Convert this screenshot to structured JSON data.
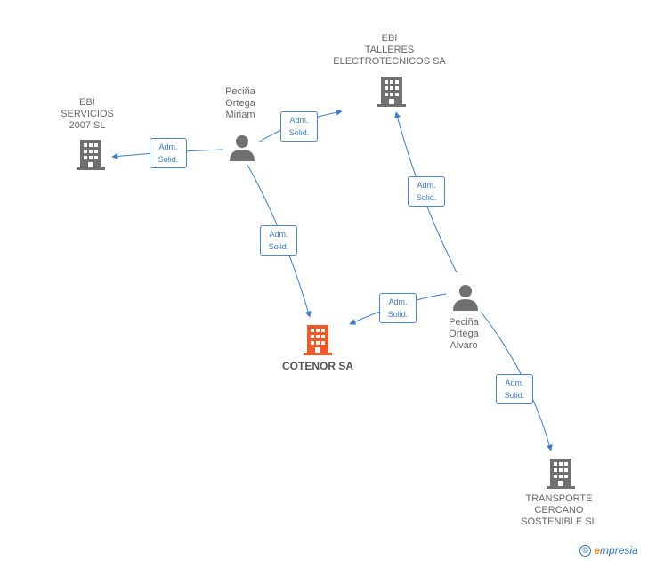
{
  "colors": {
    "edge": "#3d7bc8",
    "building": "#707070",
    "building_main": "#f05a28",
    "person": "#707070"
  },
  "relationship_label": [
    "Adm.",
    "Solid."
  ],
  "nodes": {
    "cotenor": {
      "lines": [
        "COTENOR SA"
      ],
      "icon": "building-icon"
    },
    "ebi_servicios": {
      "lines": [
        "EBI",
        "SERVICIOS",
        "2007  SL"
      ],
      "icon": "building-icon"
    },
    "ebi_talleres": {
      "lines": [
        "EBI",
        "TALLERES",
        "ELECTROTECNICOS SA"
      ],
      "icon": "building-icon"
    },
    "transporte": {
      "lines": [
        "TRANSPORTE",
        "CERCANO",
        "SOSTENIBLE  SL"
      ],
      "icon": "building-icon"
    },
    "miriam": {
      "lines": [
        "Peciña",
        "Ortega",
        "Miriam"
      ],
      "icon": "person-icon"
    },
    "alvaro": {
      "lines": [
        "Peciña",
        "Ortega",
        "Alvaro"
      ],
      "icon": "person-icon"
    }
  },
  "edges": [
    {
      "from": "miriam",
      "to": "ebi_servicios",
      "label": [
        "Adm.",
        "Solid."
      ]
    },
    {
      "from": "miriam",
      "to": "ebi_talleres",
      "label": [
        "Adm.",
        "Solid."
      ]
    },
    {
      "from": "miriam",
      "to": "cotenor",
      "label": [
        "Adm.",
        "Solid."
      ]
    },
    {
      "from": "alvaro",
      "to": "ebi_talleres",
      "label": [
        "Adm.",
        "Solid."
      ]
    },
    {
      "from": "alvaro",
      "to": "cotenor",
      "label": [
        "Adm.",
        "Solid."
      ]
    },
    {
      "from": "alvaro",
      "to": "transporte",
      "label": [
        "Adm.",
        "Solid."
      ]
    }
  ],
  "footer": {
    "copyright": "©",
    "brand_e": "e",
    "brand_rest": "mpresia"
  }
}
